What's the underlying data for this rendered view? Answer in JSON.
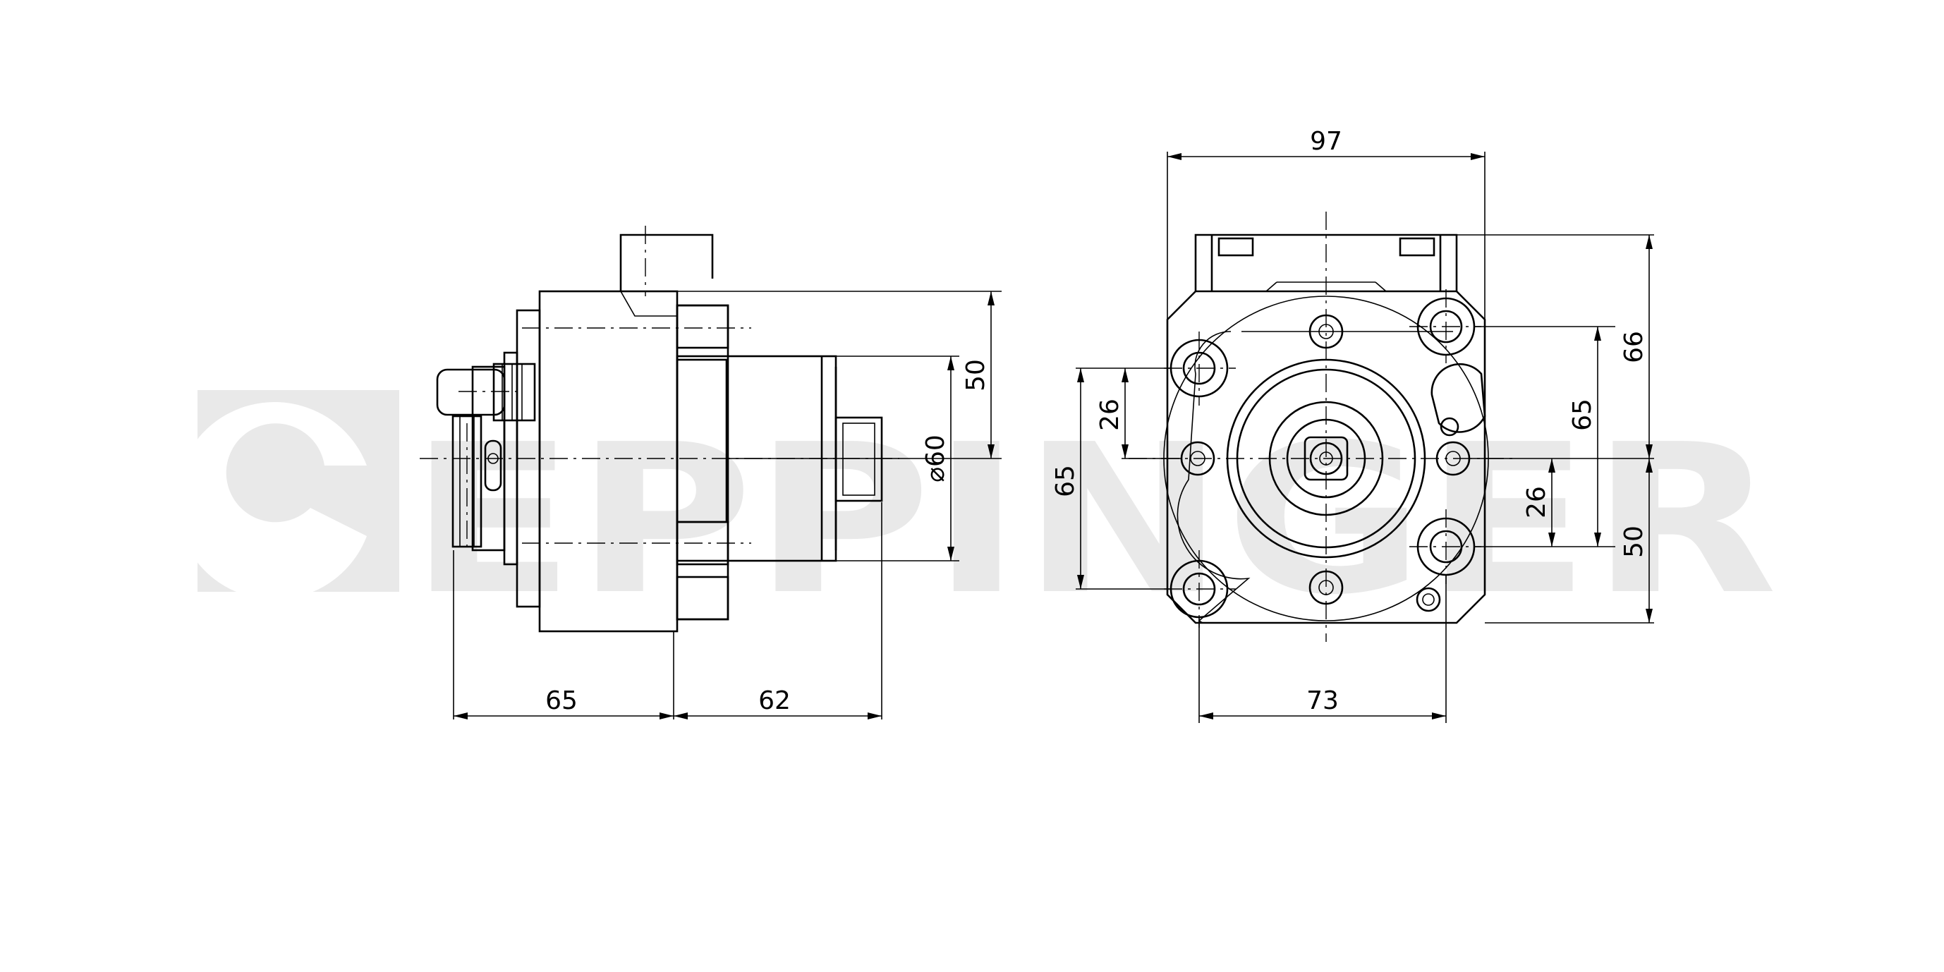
{
  "watermark": {
    "text": "EPPINGER",
    "color": "#e9e9e9"
  },
  "side_view": {
    "dimensions": {
      "width_left": "65",
      "width_right": "62",
      "height_top": "50",
      "diameter": "⌀60"
    }
  },
  "front_view": {
    "dimensions": {
      "width_top": "97",
      "width_bottom": "73",
      "height_left": "65",
      "offset_left": "26",
      "offset_right_lower": "26",
      "height_right_inner": "65",
      "height_right_upper": "66",
      "height_right_lower": "50"
    }
  }
}
